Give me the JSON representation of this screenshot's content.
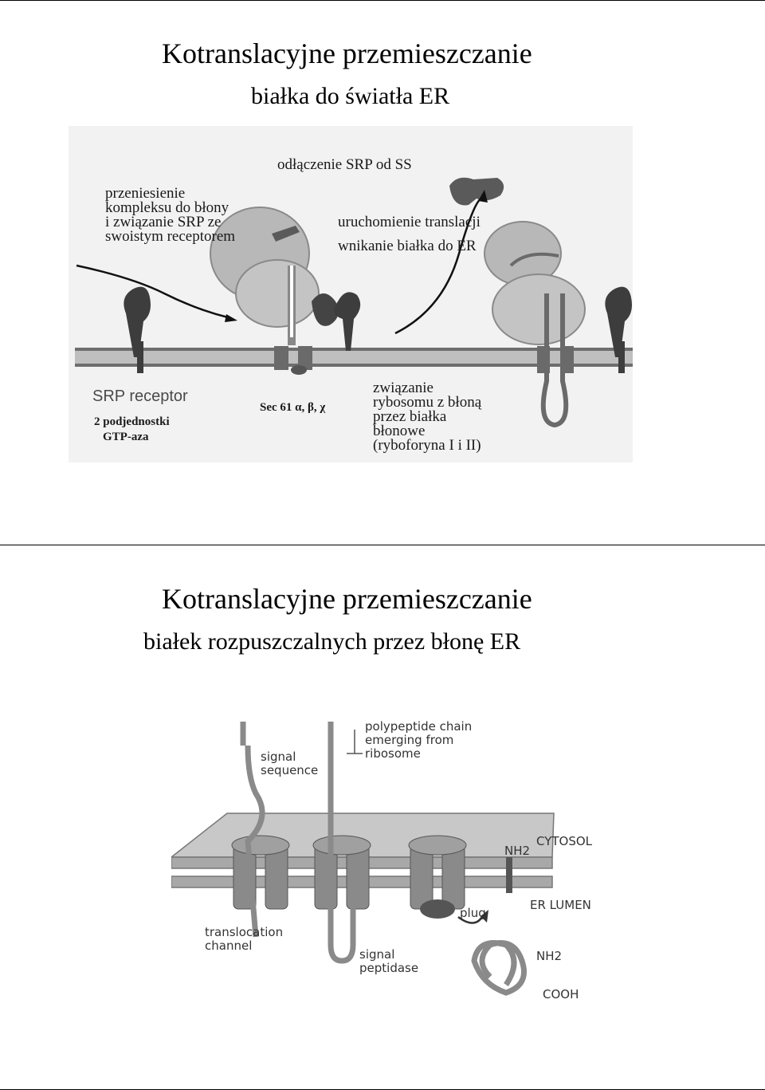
{
  "slide1": {
    "title": "Kotranslacyjne przemieszczanie",
    "subtitle": "białka do światła ER",
    "figure": {
      "label_transfer": [
        "przeniesienie",
        "kompleksu do błony",
        "i związanie SRP ze",
        "swoistym receptorem"
      ],
      "label_detach": "odłączenie SRP od SS",
      "label_start": "uruchomienie translacji",
      "label_entry": "wnikanie białka do ER",
      "label_srp_receptor": "SRP receptor",
      "label_subunits": "2 podjednostki",
      "label_gtpase": "GTP-aza",
      "label_sec61": "Sec 61 α, β, χ",
      "label_binding": [
        "związanie",
        "rybosomu z błoną",
        "przez białka",
        "błonowe",
        "(ryboforyna I i II)"
      ]
    }
  },
  "slide2": {
    "title": "Kotranslacyjne przemieszczanie",
    "subtitle": "białek rozpuszczalnych przez błonę ER",
    "figure": {
      "label_polypeptide": "polypeptide chain\nemerging from\nribosome",
      "label_signal_sequence": "signal\nsequence",
      "label_cytosol": "CYTOSOL",
      "label_nh2_top": "NH2",
      "label_er_lumen": "ER LUMEN",
      "label_plug": "plug",
      "label_translocation": "translocation\nchannel",
      "label_signal_peptidase": "signal\npeptidase",
      "label_nh2_bottom": "NH2",
      "label_cooh": "COOH"
    }
  }
}
